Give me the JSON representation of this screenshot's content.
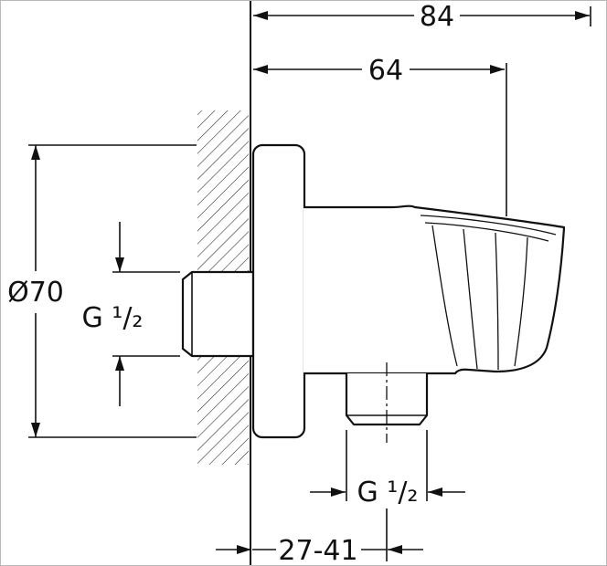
{
  "drawing": {
    "background": "#ffffff",
    "line_color": "#111111",
    "labels": {
      "overall_depth": "84",
      "body_depth": "64",
      "flange_diameter": "Ø70",
      "inlet_thread": "G ¹/₂",
      "outlet_thread": "G ¹/₂",
      "mounting_depth_range": "27-41"
    }
  }
}
